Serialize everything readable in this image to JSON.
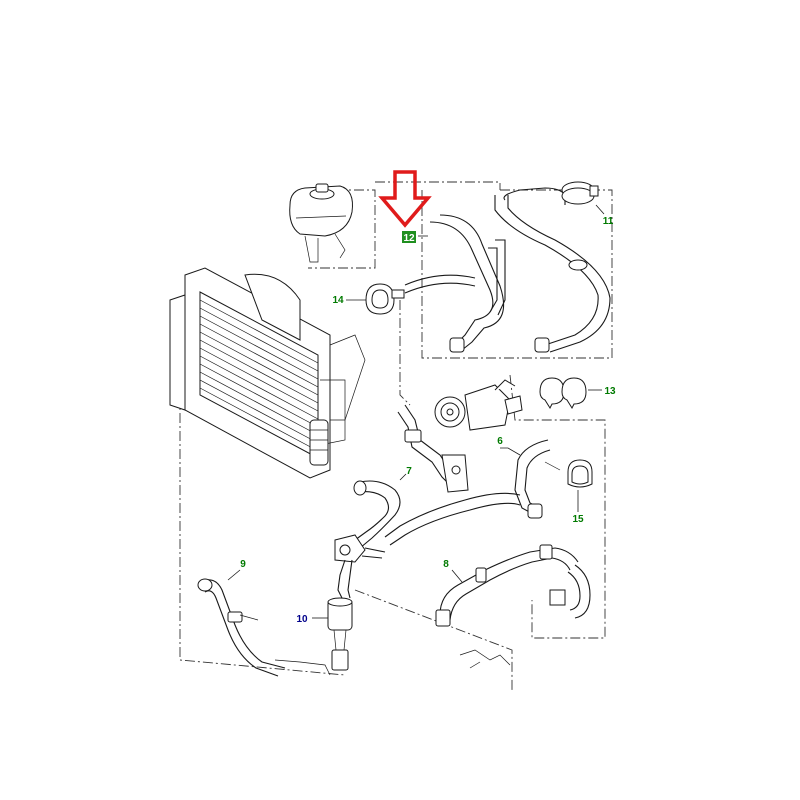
{
  "callouts": [
    {
      "id": "11",
      "label": "11",
      "color": "#007a00"
    },
    {
      "id": "12",
      "label": "12",
      "color": "#ffffff",
      "badge_color": "#1f8f1f"
    },
    {
      "id": "13",
      "label": "13",
      "color": "#007a00"
    },
    {
      "id": "14",
      "label": "14",
      "color": "#007a00"
    },
    {
      "id": "15",
      "label": "15",
      "color": "#007a00"
    },
    {
      "id": "6",
      "label": "6",
      "color": "#007a00"
    },
    {
      "id": "7",
      "label": "7",
      "color": "#007a00"
    },
    {
      "id": "8",
      "label": "8",
      "color": "#007a00"
    },
    {
      "id": "9",
      "label": "9",
      "color": "#007a00"
    },
    {
      "id": "10",
      "label": "10",
      "color": "#00008b"
    }
  ],
  "highlight": {
    "color": "#e01b1b",
    "points_to": "12"
  },
  "colors": {
    "line": "#1a1a1a",
    "callout_green": "#007a00",
    "callout_blue": "#00008b",
    "arrow_red": "#e01b1b"
  }
}
